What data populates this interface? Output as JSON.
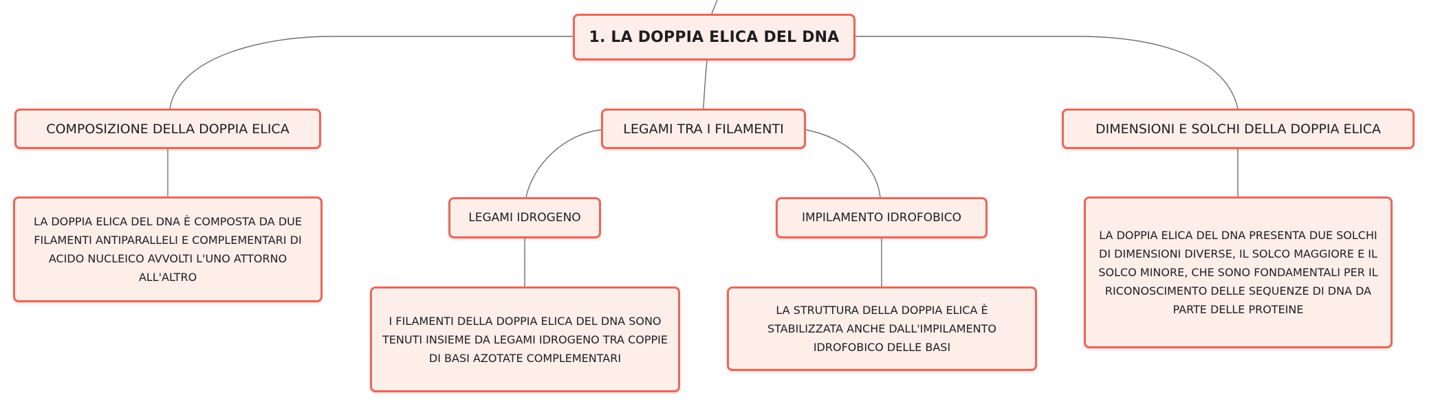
{
  "root": {
    "label": "1. LA DOPPIA ELICA DEL DNA"
  },
  "topics": [
    {
      "label": "COMPOSIZIONE DELLA DOPPIA ELICA",
      "detail": "LA DOPPIA ELICA DEL DNA È COMPOSTA DA DUE FILAMENTI ANTIPARALLELI E COMPLEMENTARI DI ACIDO NUCLEICO AVVOLTI L'UNO ATTORNO ALL'ALTRO"
    },
    {
      "label": "LEGAMI TRA I FILAMENTI",
      "children": [
        {
          "label": "LEGAMI IDROGENO",
          "detail": "I FILAMENTI DELLA DOPPIA ELICA DEL DNA SONO TENUTI INSIEME DA LEGAMI IDROGENO TRA COPPIE DI BASI AZOTATE COMPLEMENTARI"
        },
        {
          "label": "IMPILAMENTO IDROFOBICO",
          "detail": "LA STRUTTURA DELLA DOPPIA ELICA È STABILIZZATA ANCHE DALL'IMPILAMENTO IDROFOBICO DELLE BASI"
        }
      ]
    },
    {
      "label": "DIMENSIONI E SOLCHI DELLA DOPPIA ELICA",
      "detail": "LA DOPPIA ELICA DEL DNA PRESENTA DUE SOLCHI DI DIMENSIONI DIVERSE, IL SOLCO MAGGIORE E IL SOLCO MINORE, CHE SONO FONDAMENTALI PER IL RICONOSCIMENTO DELLE SEQUENZE DI DNA DA PARTE DELLE PROTEINE"
    }
  ],
  "colors": {
    "node_fill": "#fdeeea",
    "node_border": "#e8685a",
    "connector": "#6e6e6e"
  }
}
